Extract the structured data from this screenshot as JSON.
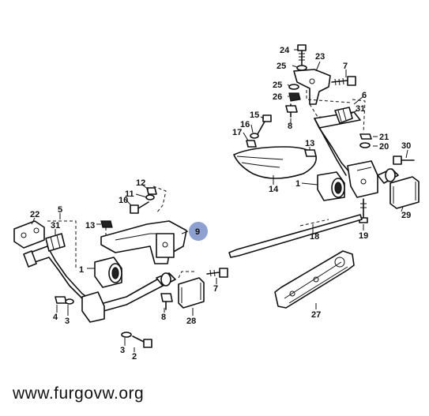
{
  "watermark": "www.furgovw.org",
  "highlight_color": "#8ea0cf",
  "callouts": [
    {
      "id": "c24",
      "label": "24"
    },
    {
      "id": "c23",
      "label": "23"
    },
    {
      "id": "c25a",
      "label": "25"
    },
    {
      "id": "c7a",
      "label": "7"
    },
    {
      "id": "c25b",
      "label": "25"
    },
    {
      "id": "c26",
      "label": "26"
    },
    {
      "id": "c6",
      "label": "6"
    },
    {
      "id": "c15",
      "label": "15"
    },
    {
      "id": "c31a",
      "label": "31"
    },
    {
      "id": "c16",
      "label": "16"
    },
    {
      "id": "c8a",
      "label": "8"
    },
    {
      "id": "c17",
      "label": "17"
    },
    {
      "id": "c21",
      "label": "21"
    },
    {
      "id": "c20",
      "label": "20"
    },
    {
      "id": "c13a",
      "label": "13"
    },
    {
      "id": "c1a",
      "label": "1"
    },
    {
      "id": "c30",
      "label": "30"
    },
    {
      "id": "c14",
      "label": "14"
    },
    {
      "id": "c12",
      "label": "12"
    },
    {
      "id": "c11",
      "label": "11"
    },
    {
      "id": "c10",
      "label": "10"
    },
    {
      "id": "c29",
      "label": "29"
    },
    {
      "id": "c22",
      "label": "22"
    },
    {
      "id": "c5",
      "label": "5"
    },
    {
      "id": "c13b",
      "label": "13"
    },
    {
      "id": "c9",
      "label": "9"
    },
    {
      "id": "c31b",
      "label": "31"
    },
    {
      "id": "c18",
      "label": "18"
    },
    {
      "id": "c19",
      "label": "19"
    },
    {
      "id": "c1b",
      "label": "1"
    },
    {
      "id": "c7b",
      "label": "7"
    },
    {
      "id": "c4",
      "label": "4"
    },
    {
      "id": "c3a",
      "label": "3"
    },
    {
      "id": "c8b",
      "label": "8"
    },
    {
      "id": "c28",
      "label": "28"
    },
    {
      "id": "c27",
      "label": "27"
    },
    {
      "id": "c3b",
      "label": "3"
    },
    {
      "id": "c2",
      "label": "2"
    }
  ]
}
